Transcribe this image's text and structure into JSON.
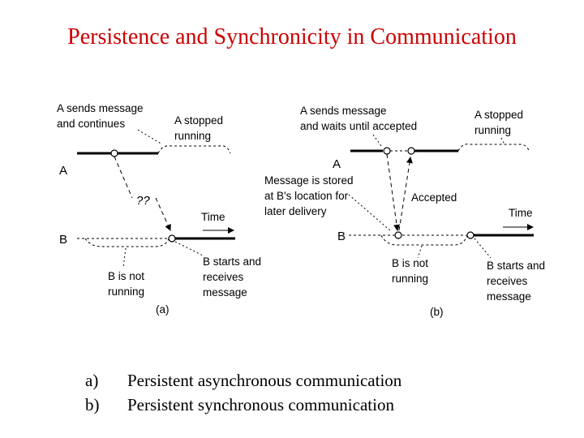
{
  "title": "Persistence and Synchronicity in Communication",
  "diagram_a": {
    "label_a_sends": [
      "A sends message",
      "and continues"
    ],
    "label_a_stopped": [
      "A stopped",
      "running"
    ],
    "process_a": "A",
    "process_b": "B",
    "symbol": "??",
    "time": "Time",
    "label_b_not_running": [
      "B is not",
      "running"
    ],
    "label_b_starts": [
      "B starts and",
      "receives",
      "message"
    ],
    "caption": "(a)"
  },
  "diagram_b": {
    "label_a_sends": [
      "A sends message",
      "and waits until accepted"
    ],
    "label_a_stopped": [
      "A stopped",
      "running"
    ],
    "process_a": "A",
    "label_stored": [
      "Message is stored",
      "at B's location for",
      "later delivery"
    ],
    "label_accepted": "Accepted",
    "time": "Time",
    "process_b": "B",
    "label_b_not_running": [
      "B is not",
      "running"
    ],
    "label_b_starts": [
      "B starts and",
      "receives",
      "message"
    ],
    "caption": "(b)"
  },
  "legend": [
    {
      "mark": "a)",
      "text": "Persistent asynchronous communication"
    },
    {
      "mark": "b)",
      "text": "Persistent synchronous communication"
    }
  ]
}
